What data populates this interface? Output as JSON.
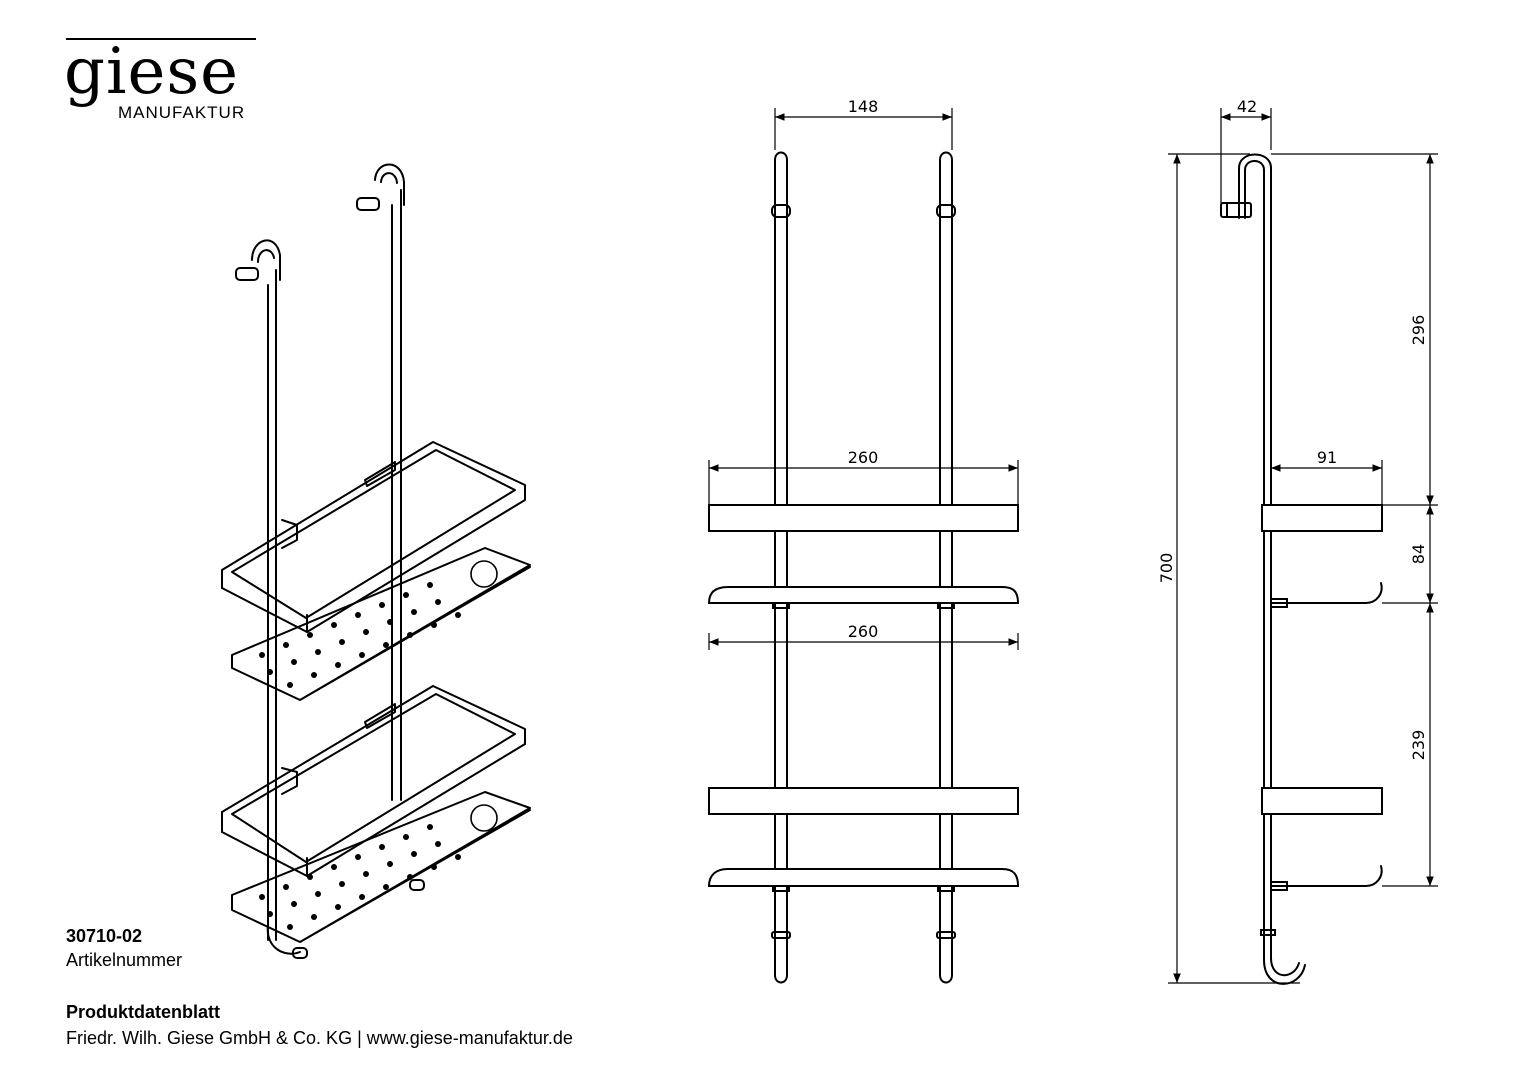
{
  "brand": {
    "name": "giese",
    "subtitle": "MANUFAKTUR"
  },
  "article": {
    "number": "30710-02",
    "label": "Artikelnummer"
  },
  "footer": {
    "title": "Produktdatenblatt",
    "company": "Friedr. Wilh. Giese GmbH & Co. KG | www.giese-manufaktur.de"
  },
  "dimensions": {
    "front_rail_spacing": "148",
    "front_upper_shelf_width": "260",
    "front_lower_shelf_width": "260",
    "side_hook_depth": "42",
    "side_shelf_depth": "91",
    "side_total_height": "700",
    "side_hook_to_shelf": "296",
    "side_shelf_gap": "84",
    "side_level_gap": "239"
  },
  "colors": {
    "line": "#000000",
    "background": "#ffffff"
  }
}
